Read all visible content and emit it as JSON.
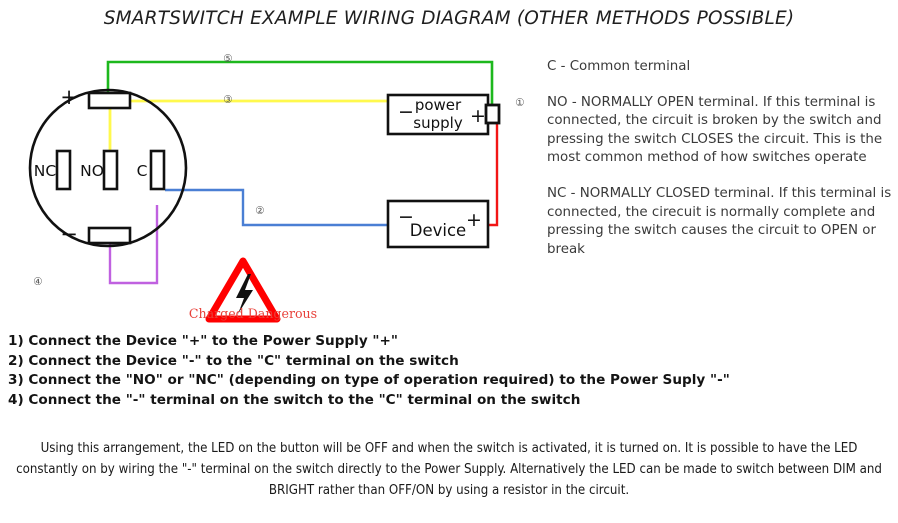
{
  "title": "SMARTSWITCH EXAMPLE WIRING DIAGRAM (OTHER METHODS POSSIBLE)",
  "switch": {
    "name": "smartswitch-body",
    "terminals": {
      "plus": "+",
      "minus": "−",
      "nc": "NC",
      "no": "NO",
      "c": "C"
    }
  },
  "boxes": {
    "power_supply": {
      "line1": "power",
      "line2": "supply",
      "negative": "−",
      "positive": "+"
    },
    "device": {
      "label": "Device",
      "negative": "−",
      "positive": "+"
    }
  },
  "callouts": {
    "one": "①",
    "two": "②",
    "three": "③",
    "four": "④",
    "five": "⑤"
  },
  "warning": {
    "caption": "Charged Dangerous",
    "icon": "high-voltage-icon"
  },
  "wire_colors": {
    "green": "#1DB81D",
    "yellow": "#FFF94D",
    "blue": "#4A7FD4",
    "red": "#F21515",
    "purple": "#C061E0",
    "black": "#111111",
    "warning_red": "#FF0000",
    "caption_red": "#E8413A"
  },
  "descriptions": [
    "C - Common terminal",
    "NO - NORMALLY OPEN terminal. If this terminal is connected, the circuit is broken by the switch and pressing the switch CLOSES the circuit. This is the most common method of how switches operate",
    "NC - NORMALLY CLOSED terminal. If this terminal is connected, the cirecuit is normally complete and pressing the switch causes the circuit to OPEN or break"
  ],
  "instructions": [
    "1) Connect the Device \"+\" to the Power Supply \"+\"",
    "2) Connect the Device \"-\" to the \"C\" terminal on the switch",
    "3) Connect the \"NO\" or \"NC\" (depending on type of operation required) to the Power Suply \"-\"",
    "4) Connect the \"-\" terminal on the switch to the \"C\" terminal on the switch"
  ],
  "footer": "Using this arrangement, the LED on the button will be OFF and when the switch is activated, it is turned on. It is possible to have the LED constantly on by wiring the \"-\" terminal on the switch directly to the Power Supply. Alternatively the LED can be made to switch between DIM and BRIGHT rather than OFF/ON by using a resistor in the circuit."
}
